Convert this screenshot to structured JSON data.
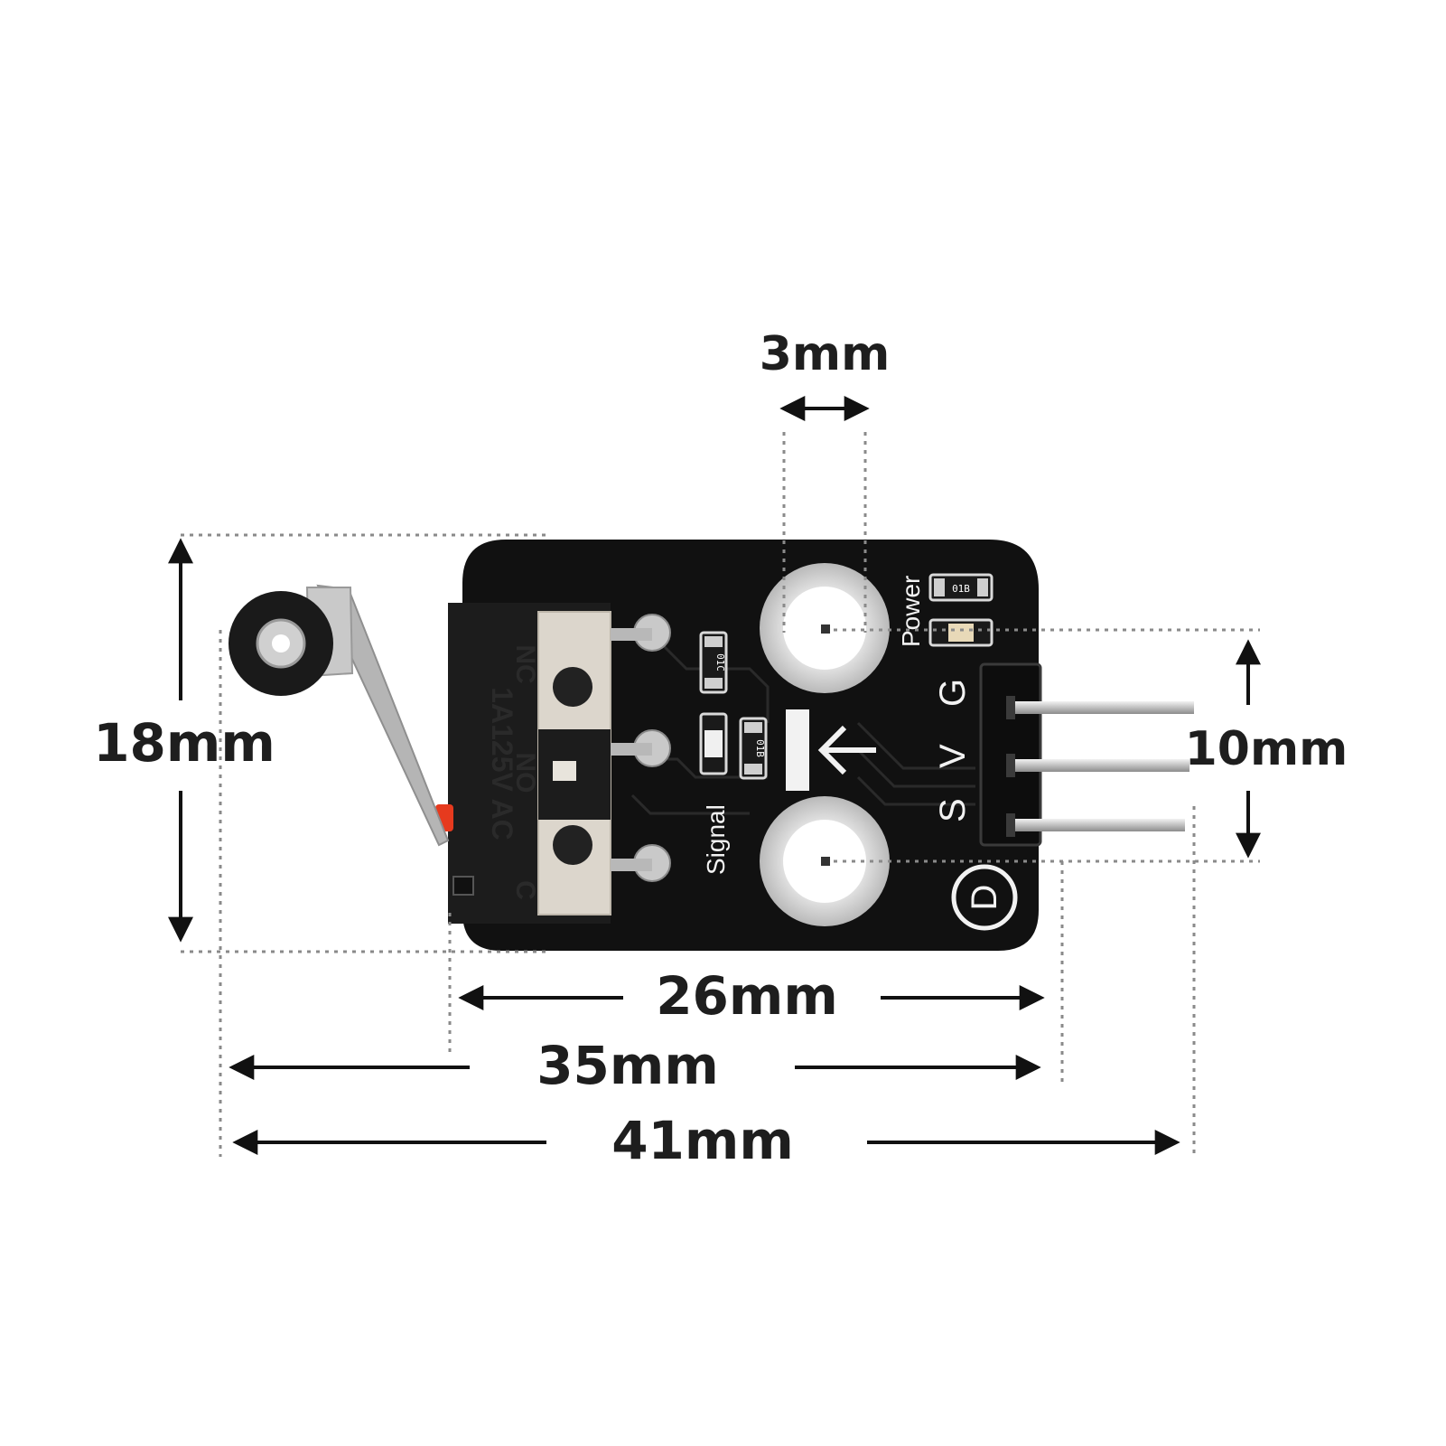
{
  "dimensions": {
    "hole_diameter": "3mm",
    "board_height": "18mm",
    "pin_spacing": "10mm",
    "board_width": "26mm",
    "width_with_switch": "35mm",
    "overall_width": "41mm"
  },
  "silkscreen": {
    "power_label": "Power",
    "signal_label": "Signal",
    "pin_g": "G",
    "pin_v": "V",
    "pin_s": "S",
    "logo_letter": "D",
    "resistor_top": "01B",
    "resistor_mid": "01C",
    "resistor_bottom": "01B"
  },
  "microswitch": {
    "rating": "1A125V AC",
    "terminal_nc": "NC",
    "terminal_no": "NO",
    "terminal_c": "C"
  },
  "colors": {
    "pcb": "#111111",
    "dimension_text": "#1e1e1e",
    "switch_body": "#1c1c1c",
    "switch_plunger": "#e63a1e",
    "metal": "#c9c9c9"
  }
}
